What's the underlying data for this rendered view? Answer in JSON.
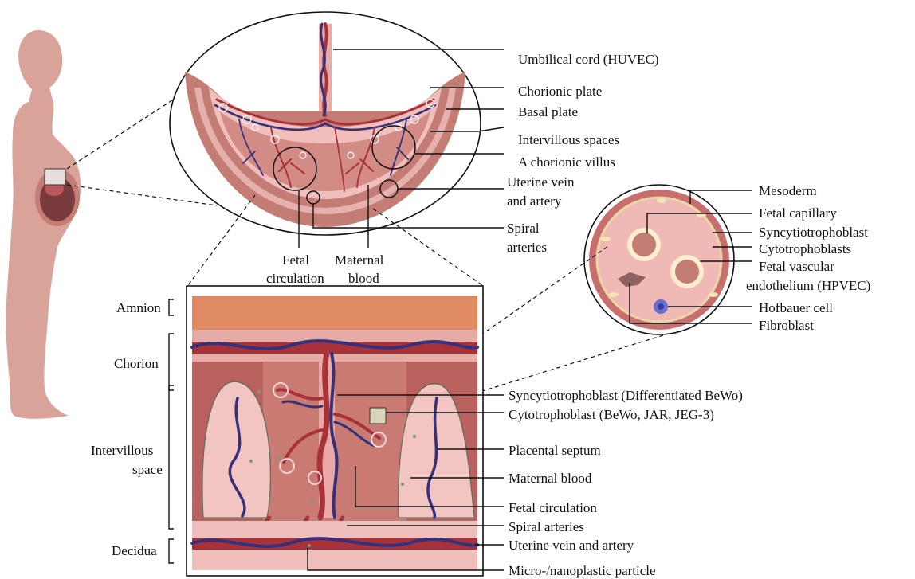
{
  "top_labels": {
    "umbilical_cord": "Umbilical cord (HUVEC)",
    "chorionic_plate": "Chorionic plate",
    "basal_plate": "Basal plate",
    "intervillous_spaces": "Intervillous spaces",
    "chorionic_villus": "A chorionic villus",
    "uterine_vein_artery_1": "Uterine vein",
    "uterine_vein_artery_2": "and artery",
    "spiral_arteries_1": "Spiral",
    "spiral_arteries_2": "arteries",
    "fetal_circulation_1": "Fetal",
    "fetal_circulation_2": "circulation",
    "maternal_blood_1": "Maternal",
    "maternal_blood_2": "blood"
  },
  "villus_labels": {
    "mesoderm": "Mesoderm",
    "fetal_capillary": "Fetal capillary",
    "syncytiotrophoblast": "Syncytiotrophoblast",
    "cytotrophoblasts": "Cytotrophoblasts",
    "fetal_vascular_1": "Fetal vascular",
    "fetal_vascular_2": "endothelium (HPVEC)",
    "hofbauer": "Hofbauer cell",
    "fibroblast": "Fibroblast"
  },
  "layer_labels": {
    "amnion": "Amnion",
    "chorion": "Chorion",
    "intervillous_1": "Intervillous",
    "intervillous_2": "space",
    "decidua": "Decidua"
  },
  "detail_labels": {
    "syncytio_bewo": "Syncytiotrophoblast (Differentiated BeWo)",
    "cyto_bewo": "Cytotrophoblast (BeWo, JAR, JEG-3)",
    "placental_septum": "Placental septum",
    "maternal_blood": "Maternal blood",
    "fetal_circulation": "Fetal circulation",
    "spiral_arteries": "Spiral arteries",
    "uterine_vein_artery": "Uterine vein and artery",
    "particle": "Micro-/nanoplastic particle"
  },
  "colors": {
    "skin": "#d9a39a",
    "placenta_outer": "#c47d75",
    "placenta_inner": "#f0bfbb",
    "amnion": "#e08a64",
    "vessel_red": "#a8323a",
    "vessel_blue": "#35307a",
    "septum": "#f2c4c2",
    "hofbauer": "#6b6fd0"
  }
}
